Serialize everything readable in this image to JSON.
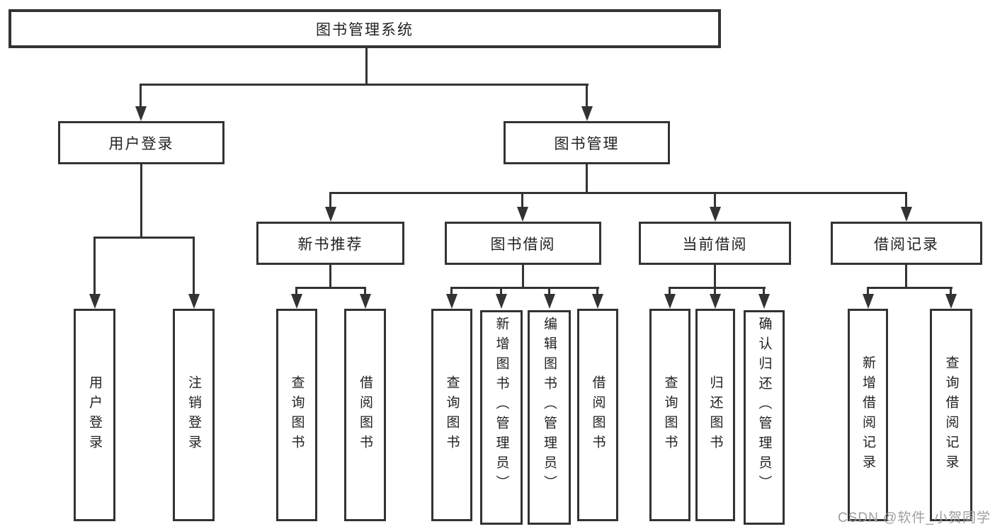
{
  "colors": {
    "line": "#333333",
    "box_border": "#333333",
    "box_background": "#ffffff",
    "text": "#222222",
    "watermark": "#9e9e9e"
  },
  "tree": {
    "root": {
      "label": "图书管理系统"
    },
    "branches": [
      {
        "label": "用户登录",
        "children": [
          {
            "label": "用户登录"
          },
          {
            "label": "注销登录"
          }
        ]
      },
      {
        "label": "图书管理",
        "children": [
          {
            "label": "新书推荐",
            "children": [
              {
                "label": "查询图书"
              },
              {
                "label": "借阅图书"
              }
            ]
          },
          {
            "label": "图书借阅",
            "children": [
              {
                "label": "查询图书"
              },
              {
                "label": "新增图书（管理员）"
              },
              {
                "label": "编辑图书（管理员）"
              },
              {
                "label": "借阅图书"
              }
            ]
          },
          {
            "label": "当前借阅",
            "children": [
              {
                "label": "查询图书"
              },
              {
                "label": "归还图书"
              },
              {
                "label": "确认归还（管理员）"
              }
            ]
          },
          {
            "label": "借阅记录",
            "children": [
              {
                "label": "新增借阅记录"
              },
              {
                "label": "查询借阅记录"
              }
            ]
          }
        ]
      }
    ]
  },
  "watermark": {
    "text": "CSDN @软件_小贺同学"
  }
}
